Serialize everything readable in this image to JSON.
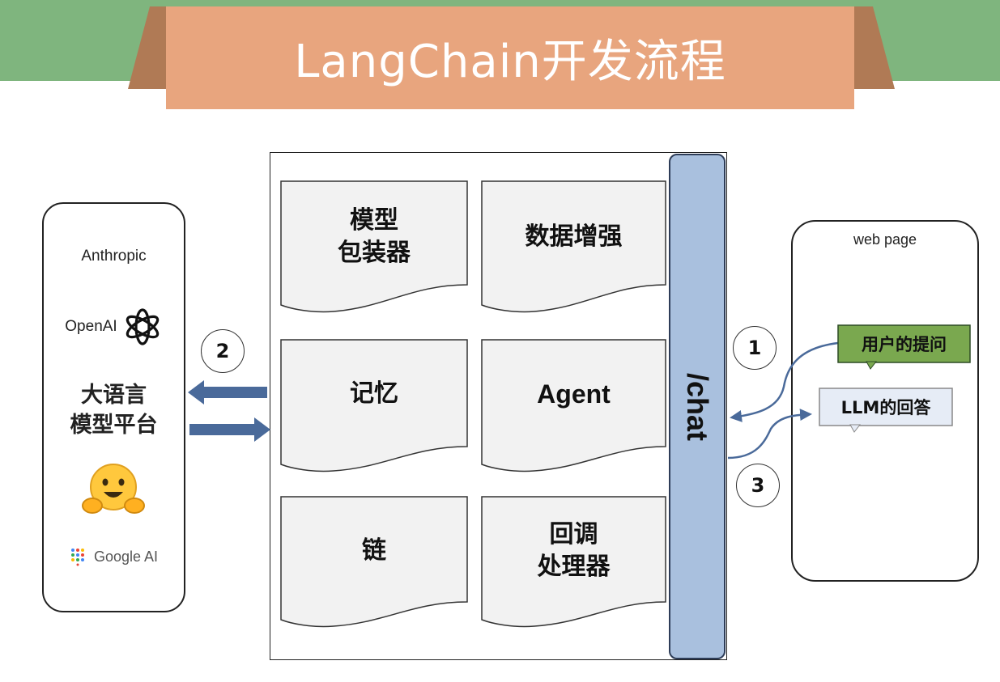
{
  "header": {
    "title": "LangChain开发流程"
  },
  "platforms": {
    "anthropic": "Anthropic",
    "openai": "OpenAI",
    "llm_platform_line1": "大语言",
    "llm_platform_line2": "模型平台",
    "google_ai": "Google AI"
  },
  "modules": [
    {
      "line1": "模型",
      "line2": "包装器"
    },
    {
      "line1": "数据增强",
      "line2": ""
    },
    {
      "line1": "记忆",
      "line2": ""
    },
    {
      "line1": "Agent",
      "line2": ""
    },
    {
      "line1": "链",
      "line2": ""
    },
    {
      "line1": "回调",
      "line2": "处理器"
    }
  ],
  "chat": {
    "label": "/chat"
  },
  "webpage": {
    "title": "web page",
    "question": "用户的提问",
    "answer": "LLM的回答"
  },
  "steps": [
    "1",
    "2",
    "3"
  ],
  "colors": {
    "header_band": "#7fb57e",
    "title_ribbon": "#e8a57e",
    "chat_bar": "#a9c0de",
    "arrow": "#4a6a9a",
    "question_bubble": "#7aa84f",
    "answer_bubble": "#e6ecf6"
  }
}
